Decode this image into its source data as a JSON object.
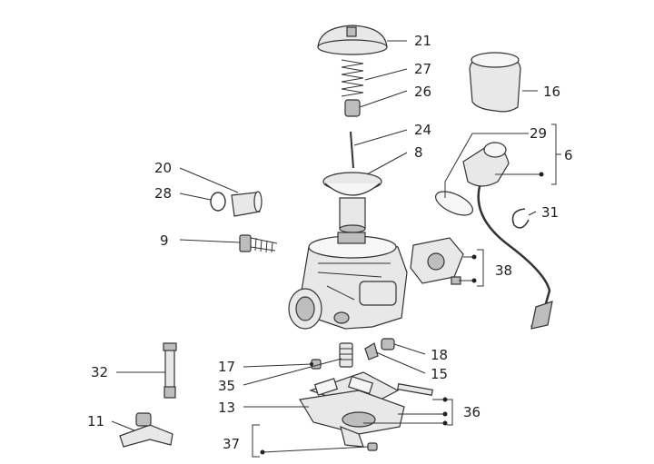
{
  "labels": {
    "l21": "21",
    "l27": "27",
    "l26": "26",
    "l16": "16",
    "l24": "24",
    "l8": "8",
    "l29": "29",
    "l6": "6",
    "l20": "20",
    "l28": "28",
    "l31": "31",
    "l9": "9",
    "l38": "38",
    "l32": "32",
    "l17": "17",
    "l18": "18",
    "l35": "35",
    "l15": "15",
    "l13": "13",
    "l36": "36",
    "l11": "11",
    "l37": "37"
  }
}
